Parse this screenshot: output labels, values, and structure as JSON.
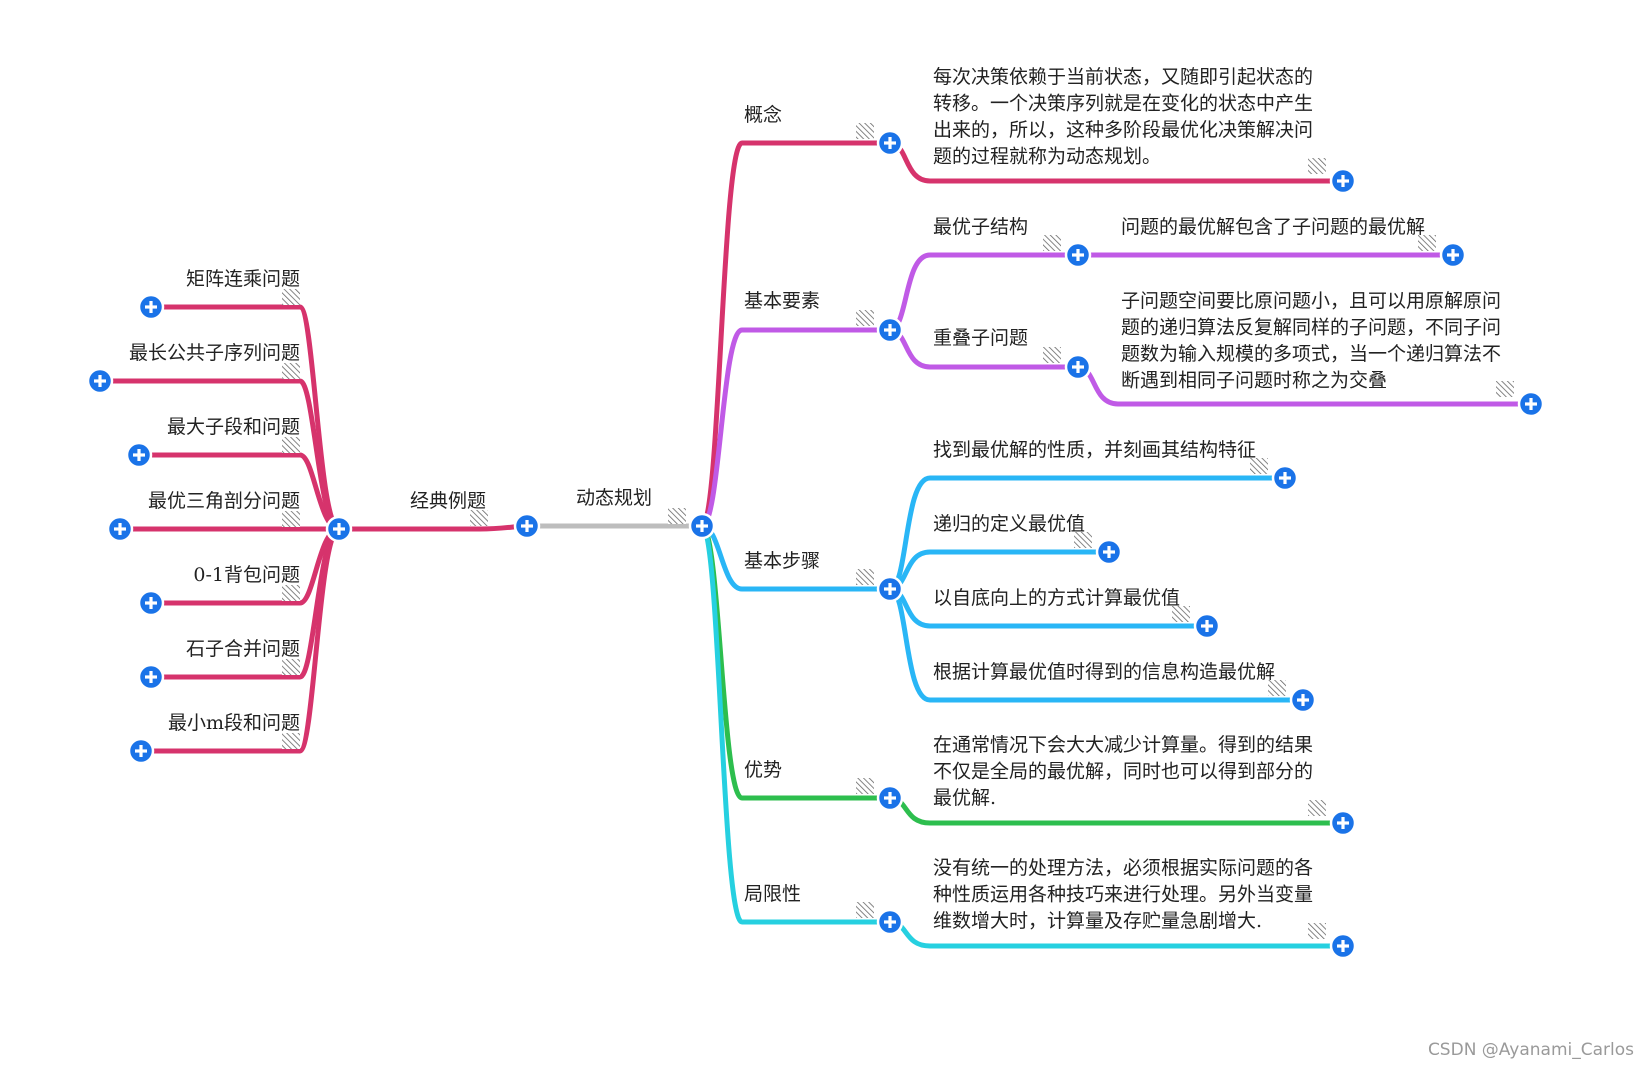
{
  "root": {
    "label": "动态规划",
    "color": "#bdbdbd"
  },
  "left_branch": {
    "label": "经典例题",
    "color": "#d6336c",
    "items": [
      "矩阵连乘问题",
      "最长公共子序列问题",
      "最大子段和问题",
      "最优三角剖分问题",
      "0-1背包问题",
      "石子合并问题",
      "最小m段和问题"
    ]
  },
  "right_branches": [
    {
      "label": "概念",
      "color": "#d6336c",
      "children": [
        {
          "lines": [
            "每次决策依赖于当前状态，又随即引起状态的",
            "转移。一个决策序列就是在变化的状态中产生",
            "出来的，所以，这种多阶段最优化决策解决问",
            "题的过程就称为动态规划。"
          ]
        }
      ]
    },
    {
      "label": "基本要素",
      "color": "#c05ae6",
      "children": [
        {
          "label": "最优子结构",
          "sub": [
            "问题的最优解包含了子问题的最优解"
          ]
        },
        {
          "label": "重叠子问题",
          "sub": [
            "子问题空间要比原问题小，且可以用原解原问",
            "题的递归算法反复解同样的子问题，不同子问",
            "题数为输入规模的多项式，当一个递归算法不",
            "断遇到相同子问题时称之为交叠"
          ]
        }
      ]
    },
    {
      "label": "基本步骤",
      "color": "#29b6f6",
      "children": [
        {
          "lines": [
            "找到最优解的性质，并刻画其结构特征"
          ]
        },
        {
          "lines": [
            "递归的定义最优值"
          ]
        },
        {
          "lines": [
            "以自底向上的方式计算最优值"
          ]
        },
        {
          "lines": [
            "根据计算最优值时得到的信息构造最优解"
          ]
        }
      ]
    },
    {
      "label": "优势",
      "color": "#2dbe4e",
      "children": [
        {
          "lines": [
            "在通常情况下会大大减少计算量。得到的结果",
            "不仅是全局的最优解，同时也可以得到部分的",
            "最优解."
          ]
        }
      ]
    },
    {
      "label": "局限性",
      "color": "#26d0e0",
      "children": [
        {
          "lines": [
            "没有统一的处理方法，必须根据实际问题的各",
            "种性质运用各种技巧来进行处理。另外当变量",
            "维数增大时，计算量及存贮量急剧增大."
          ]
        }
      ]
    }
  ],
  "ui": {
    "expand_icon": "plus-circle-icon",
    "node_accent": "#1a73e8",
    "watermark": "CSDN @Ayanami_Carlos"
  }
}
